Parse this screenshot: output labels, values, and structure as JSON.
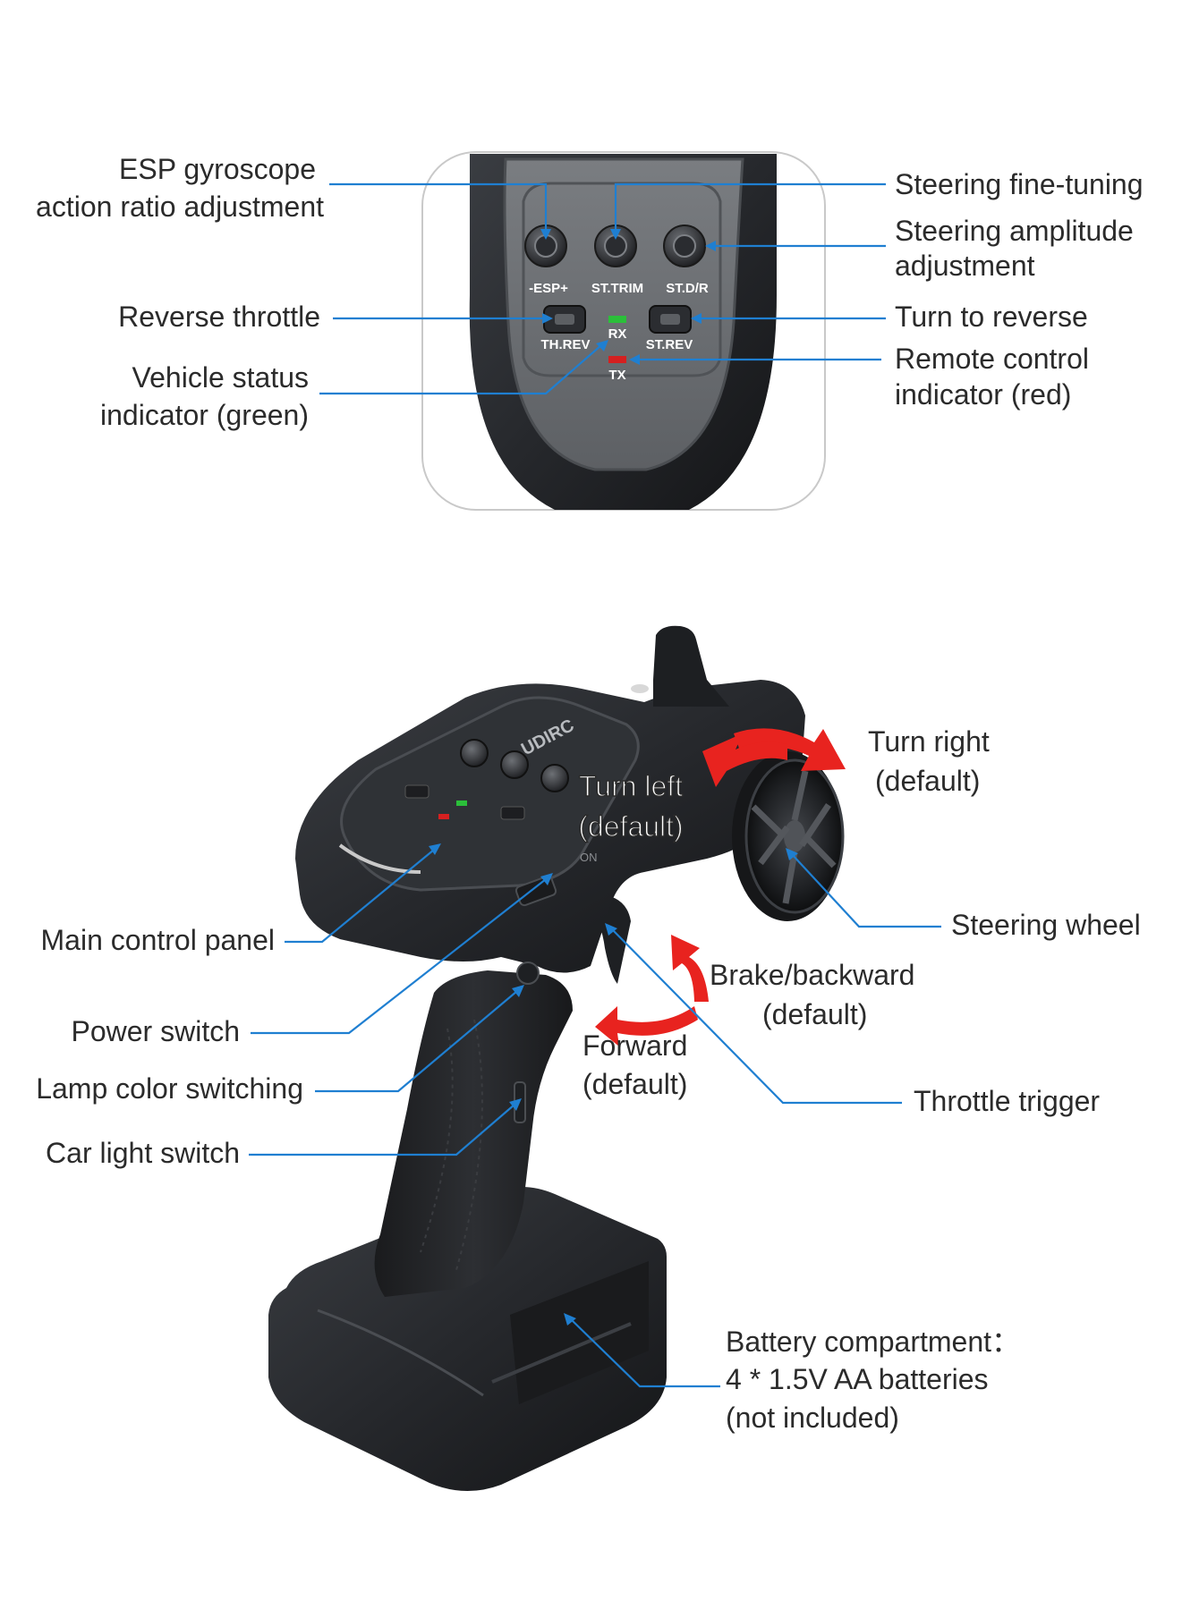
{
  "panel_labels": {
    "knob_esp": "-ESP+",
    "knob_st_trim": "ST.TRIM",
    "knob_st_dr": "ST.D/R",
    "switch_th_rev": "TH.REV",
    "switch_st_rev": "ST.REV",
    "led_rx": "RX",
    "led_tx": "TX",
    "brand": "UDIRC",
    "side_switch": "ON"
  },
  "callouts_top": {
    "esp_line1": "ESP gyroscope",
    "esp_line2": "action ratio adjustment",
    "reverse_throttle": "Reverse throttle",
    "vehicle_status_line1": "Vehicle status",
    "vehicle_status_line2": "indicator (green)",
    "steering_fine_tuning": "Steering fine-tuning",
    "steering_amplitude_line1": "Steering amplitude",
    "steering_amplitude_line2": "adjustment",
    "turn_to_reverse": "Turn to reverse",
    "remote_indicator_line1": "Remote control",
    "remote_indicator_line2": "indicator (red)"
  },
  "callouts_bottom": {
    "turn_right_line1": "Turn right",
    "turn_right_line2": "(default)",
    "turn_left_line1": "Turn left",
    "turn_left_line2": "(default)",
    "main_control_panel": "Main control panel",
    "steering_wheel": "Steering wheel",
    "brake_line1": "Brake/backward",
    "brake_line2": "(default)",
    "forward_line1": "Forward",
    "forward_line2": "(default)",
    "power_switch": "Power switch",
    "lamp_color_switching": "Lamp color switching",
    "car_light_switch": "Car light switch",
    "throttle_trigger": "Throttle trigger",
    "battery_line1": "Battery compartment：",
    "battery_line2": "4 * 1.5V AA batteries",
    "battery_line3": "(not included)"
  },
  "colors": {
    "leader": "#1f7fd1",
    "arrow": "#e8231f",
    "led_green": "#2bbf3a",
    "led_red": "#d52020",
    "body_dark": "#2a2d31",
    "panel_grey": "#6b6e72"
  }
}
